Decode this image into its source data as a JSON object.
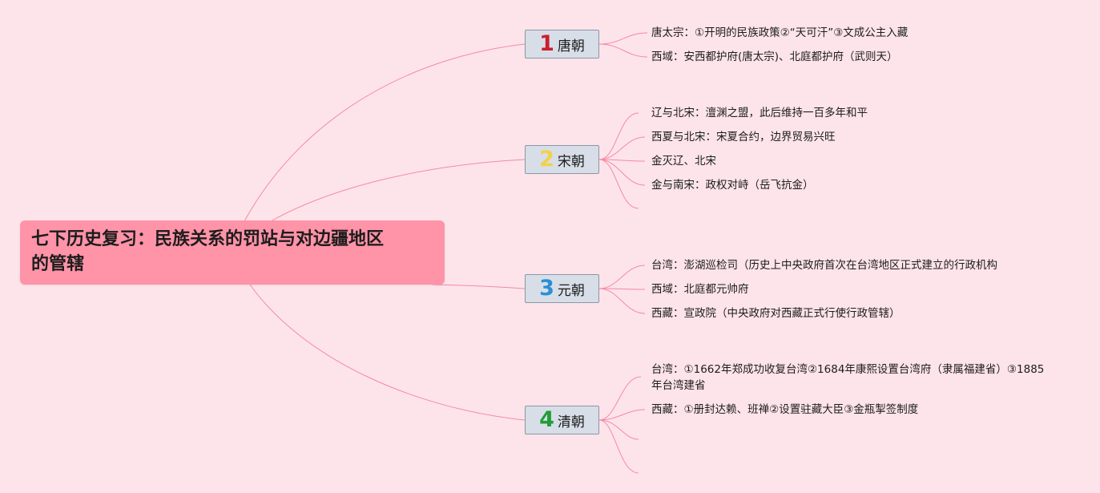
{
  "root": {
    "title_line1": "七下历史复习：民族关系的罚站与对边疆地区",
    "title_line2": "的管辖"
  },
  "colors": {
    "background": "#fde4ea",
    "root_fill": "#ff93a8",
    "branch_fill": "#d8dee7",
    "link": "#f48aa5"
  },
  "branches": [
    {
      "number": "1",
      "number_color": "#c8202e",
      "label": "唐朝",
      "items": [
        "唐太宗：①开明的民族政策②“天可汗”③文成公主入藏",
        "西域：安西都护府(唐太宗)、北庭都护府（武则天）"
      ]
    },
    {
      "number": "2",
      "number_color": "#f0d24a",
      "label": "宋朝",
      "items": [
        "辽与北宋：澶渊之盟，此后维持一百多年和平",
        "西夏与北宋：宋夏合约，边界贸易兴旺",
        "金灭辽、北宋",
        "金与南宋：政权对峙（岳飞抗金）"
      ]
    },
    {
      "number": "3",
      "number_color": "#2a8fd6",
      "label": "元朝",
      "items": [
        "台湾：澎湖巡检司（历史上中央政府首次在台湾地区正式建立的行政机构",
        "西域：北庭都元帅府",
        "西藏：宣政院（中央政府对西藏正式行使行政管辖）"
      ]
    },
    {
      "number": "4",
      "number_color": "#1f9d3a",
      "label": "清朝",
      "items": [
        "台湾：①1662年郑成功收复台湾②1684年康熙设置台湾府（隶属福建省）③1885年台湾建省",
        "西藏：①册封达赖、班禅②设置驻藏大臣③金瓶掣签制度"
      ]
    }
  ]
}
